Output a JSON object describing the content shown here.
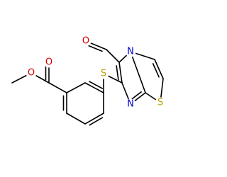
{
  "molecule": {
    "atoms": [
      {
        "id": "O_ester",
        "symbol": "O",
        "color": "#d40000"
      },
      {
        "id": "O_carbonyl",
        "symbol": "O",
        "color": "#d40000"
      },
      {
        "id": "S_thioether",
        "symbol": "S",
        "color": "#b8a000"
      },
      {
        "id": "O_formyl",
        "symbol": "O",
        "color": "#d40000"
      },
      {
        "id": "N_bridge",
        "symbol": "N",
        "color": "#0000cc"
      },
      {
        "id": "N_imine",
        "symbol": "N",
        "color": "#0000cc"
      },
      {
        "id": "S_ring",
        "symbol": "S",
        "color": "#b8a000"
      }
    ]
  },
  "colors": {
    "bond": "#000000",
    "oxygen": "#d40000",
    "nitrogen": "#0000cc",
    "sulfur": "#b8a000"
  }
}
